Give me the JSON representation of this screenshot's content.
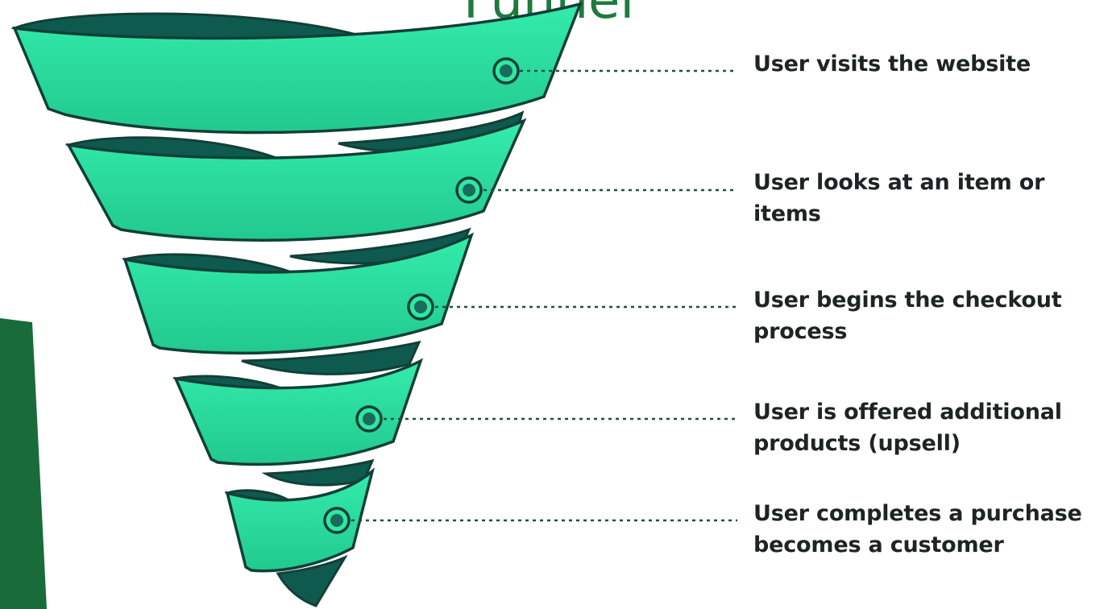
{
  "title": "Funnel",
  "stages": [
    {
      "label": "User visits the website"
    },
    {
      "label": "User looks at an item or items"
    },
    {
      "label": "User begins the checkout\nprocess"
    },
    {
      "label": "User is offered additional\nproducts (upsell)"
    },
    {
      "label": "User completes a purchase\nbecomes a customer"
    }
  ],
  "colors": {
    "ribbon_front": "#2ee8a4",
    "ribbon_back": "#0f5a4e",
    "outline": "#123f38",
    "side_band": "#1a6b3a",
    "title": "#1f7a3e",
    "connector": "#1d4f48",
    "label_text": "#1d2423"
  }
}
